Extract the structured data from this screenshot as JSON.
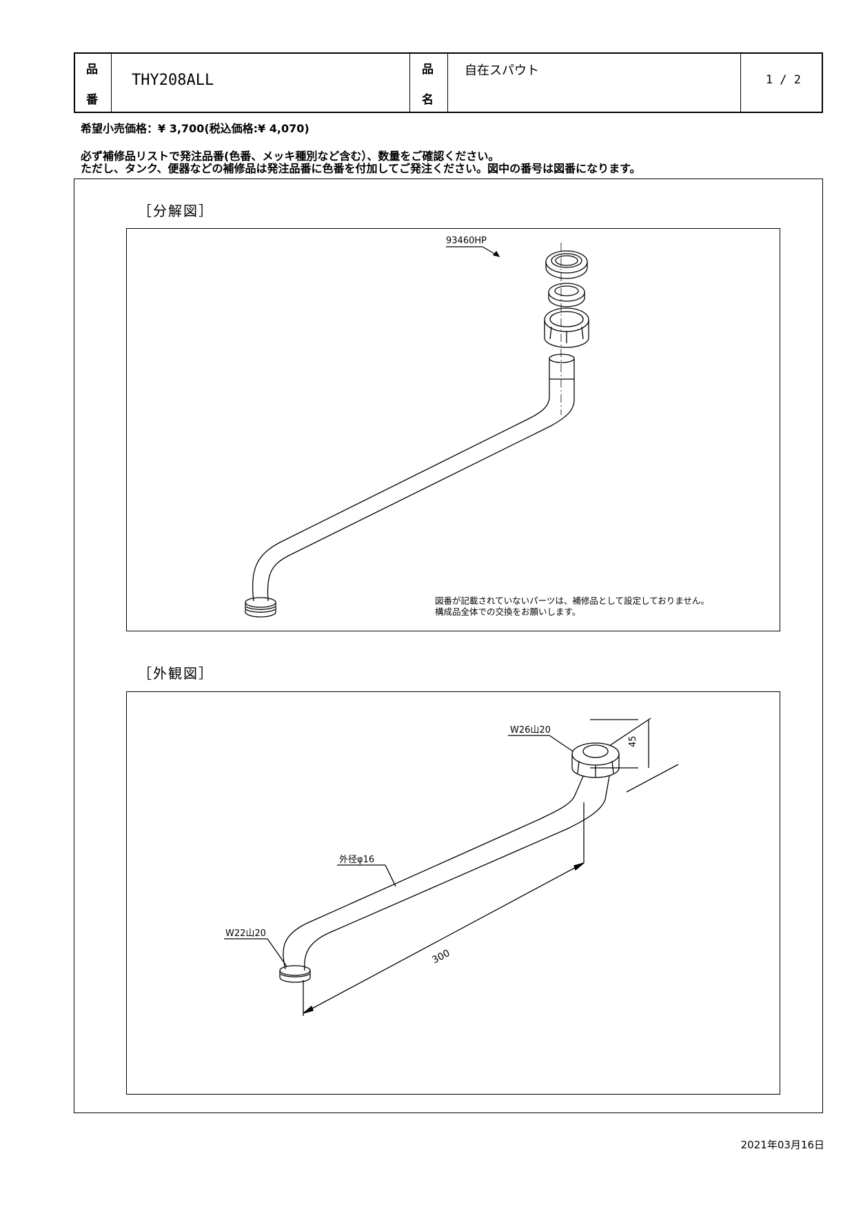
{
  "header": {
    "part_no_label_1": "品",
    "part_no_label_2": "番",
    "part_no": "THY208ALL",
    "name_label_1": "品",
    "name_label_2": "名",
    "part_name": "自在スパウト",
    "page": "1 / 2"
  },
  "price_line": "希望小売価格：¥ 3,700(税込価格:¥ 4,070)",
  "instructions": [
    "必ず補修品リストで発注品番(色番、メッキ種別など含む）、数量をご確認ください。",
    "ただし、タンク、便器などの補修品は発注品番に色番を付加してご発注ください。図中の番号は図番になります。"
  ],
  "exploded": {
    "title": "［分解図］",
    "part_label": "93460HP",
    "note_lines": [
      "図番が記載されていないパーツは、補修品として設定しておりません。",
      "構成品全体での交換をお願いします。"
    ]
  },
  "external": {
    "title": "［外観図］",
    "thread_top": "W26山20",
    "outer_dia": "外径φ16",
    "thread_bottom": "W22山20",
    "length": "300",
    "height": "45"
  },
  "date": "2021年03月16日"
}
